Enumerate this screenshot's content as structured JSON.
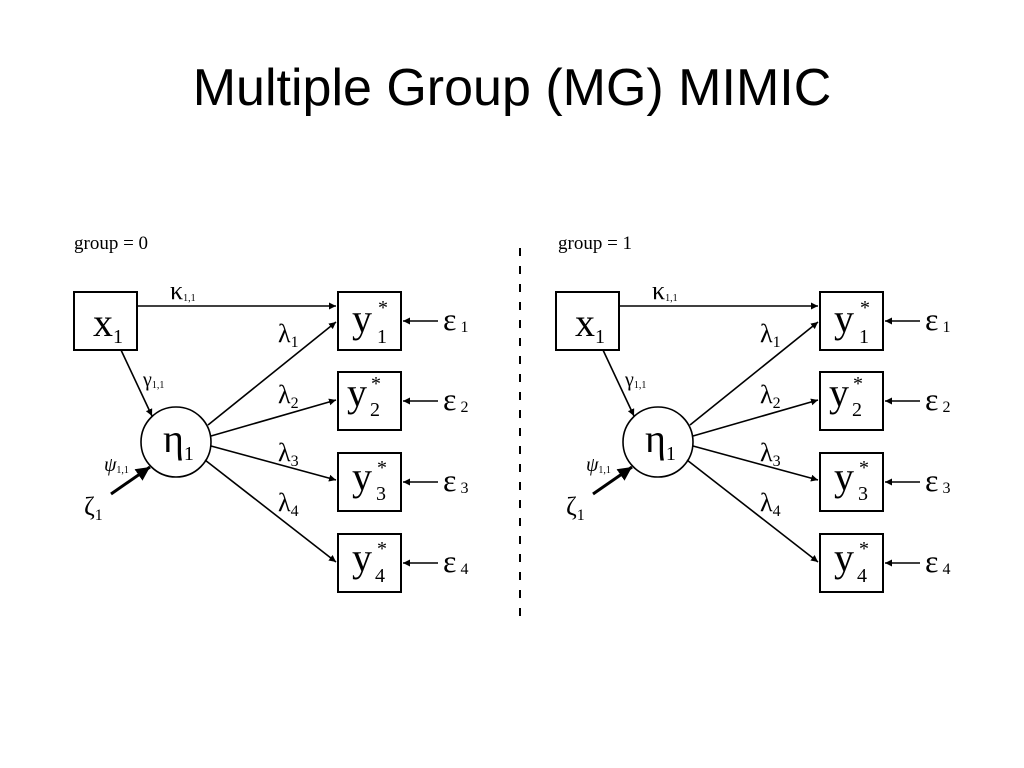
{
  "title": "Multiple Group (MG) MIMIC",
  "panels": [
    {
      "group_label": "group = 0",
      "x": "x",
      "x_sub": "1",
      "eta": "η",
      "eta_sub": "1",
      "kappa": "κ",
      "kappa_sub": "1,1",
      "gamma": "γ",
      "gamma_sub": "1,1",
      "psi": "ψ",
      "psi_sub": "1,1",
      "zeta": "ζ",
      "zeta_sub": "1",
      "indicators": [
        {
          "y": "y",
          "sub": "1",
          "star": "*",
          "lambda": "λ",
          "lambda_sub": "1",
          "eps": "ε",
          "eps_sub": "1"
        },
        {
          "y": "y",
          "sub": "2",
          "star": "*",
          "lambda": "λ",
          "lambda_sub": "2",
          "eps": "ε",
          "eps_sub": "2"
        },
        {
          "y": "y",
          "sub": "3",
          "star": "*",
          "lambda": "λ",
          "lambda_sub": "3",
          "eps": "ε",
          "eps_sub": "3"
        },
        {
          "y": "y",
          "sub": "4",
          "star": "*",
          "lambda": "λ",
          "lambda_sub": "4",
          "eps": "ε",
          "eps_sub": "4"
        }
      ]
    },
    {
      "group_label": "group = 1",
      "x": "x",
      "x_sub": "1",
      "eta": "η",
      "eta_sub": "1",
      "kappa": "κ",
      "kappa_sub": "1,1",
      "gamma": "γ",
      "gamma_sub": "1,1",
      "psi": "ψ",
      "psi_sub": "1,1",
      "zeta": "ζ",
      "zeta_sub": "1",
      "indicators": [
        {
          "y": "y",
          "sub": "1",
          "star": "*",
          "lambda": "λ",
          "lambda_sub": "1",
          "eps": "ε",
          "eps_sub": "1"
        },
        {
          "y": "y",
          "sub": "2",
          "star": "*",
          "lambda": "λ",
          "lambda_sub": "2",
          "eps": "ε",
          "eps_sub": "2"
        },
        {
          "y": "y",
          "sub": "3",
          "star": "*",
          "lambda": "λ",
          "lambda_sub": "3",
          "eps": "ε",
          "eps_sub": "3"
        },
        {
          "y": "y",
          "sub": "4",
          "star": "*",
          "lambda": "λ",
          "lambda_sub": "4",
          "eps": "ε",
          "eps_sub": "4"
        }
      ]
    }
  ]
}
